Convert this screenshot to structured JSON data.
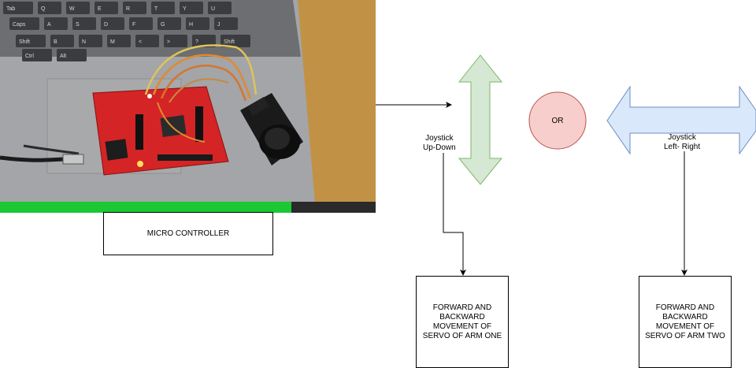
{
  "photo": {
    "keys": [
      "Tab",
      "Q",
      "W",
      "E",
      "R",
      "T",
      "Y",
      "U",
      "Caps",
      "A",
      "S",
      "D",
      "F",
      "G",
      "H",
      "J",
      "Shift",
      "B",
      "N",
      "M",
      "<",
      ">",
      "?",
      "Shift",
      "Ctrl",
      "Alt"
    ]
  },
  "micro_controller": {
    "label": "MICRO CONTROLLER"
  },
  "joystick_updown": {
    "line1": "Joystick",
    "line2": "Up-Down"
  },
  "joystick_leftright": {
    "line1": "Joystick",
    "line2": "Left- Right"
  },
  "or_node": {
    "label": "OR"
  },
  "arm_one": {
    "lines": [
      "FORWARD AND",
      "BACKWARD",
      "MOVEMENT OF",
      "SERVO OF ARM ONE"
    ]
  },
  "arm_two": {
    "lines": [
      "FORWARD AND",
      "BACKWARD",
      "MOVEMENT OF",
      "SERVO OF ARM TWO"
    ]
  },
  "colors": {
    "updown_arrow_fill": "#d5e8d4",
    "updown_arrow_stroke": "#82b366",
    "leftright_arrow_fill": "#dae8fc",
    "leftright_arrow_stroke": "#6c8ebf",
    "or_fill": "#f8cecc",
    "or_stroke": "#b85450",
    "pcb": "#d42426",
    "laptop_strip": "#19c832"
  }
}
